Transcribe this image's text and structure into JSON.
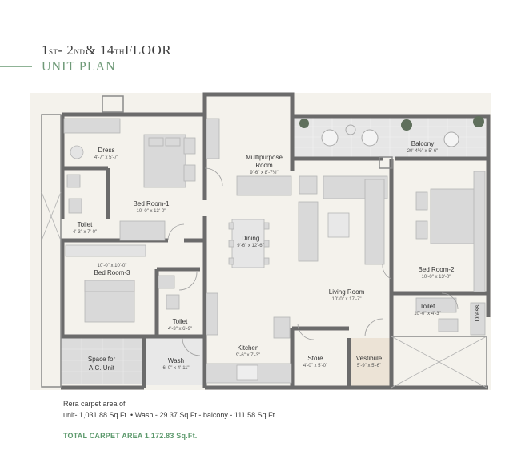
{
  "header": {
    "floor_parts": [
      "1",
      "ST",
      " - 2",
      "ND",
      " & 14",
      "TH",
      " FLOOR"
    ],
    "subtitle": "UNIT PLAN"
  },
  "rooms": {
    "dress": {
      "name": "Dress",
      "dim": "4'-7\" x 5'-7\""
    },
    "bed1": {
      "name": "Bed Room-1",
      "dim": "10'-0\" x 13'-0\""
    },
    "multipurpose": {
      "name": "Multipurpose Room",
      "dim": "9'-6\" x 8'-7½\""
    },
    "balcony": {
      "name": "Balcony",
      "dim": "20'-4½\" x 5'-6\""
    },
    "toilet1": {
      "name": "Toilet",
      "dim": "4'-3\" x 7'-0\""
    },
    "dining": {
      "name": "Dining",
      "dim": "9'-6\" x 12'-6\""
    },
    "bed3": {
      "name": "Bed Room-3",
      "dim": "10'-0\" x 10'-0\""
    },
    "bed2": {
      "name": "Bed Room-2",
      "dim": "10'-0\" x 13'-0\""
    },
    "living": {
      "name": "Living Room",
      "dim": "10'-0\" x 17'-7\""
    },
    "toilet3": {
      "name": "Toilet",
      "dim": "4'-3\" x 6'-9\""
    },
    "toilet2": {
      "name": "Toilet",
      "dim": "10'-0\" x 4'-3\""
    },
    "dress2": {
      "name": "Dress"
    },
    "ac": {
      "name": "Space for A.C. Unit"
    },
    "wash": {
      "name": "Wash",
      "dim": "6'-0\" x 4'-11\""
    },
    "kitchen": {
      "name": "Kitchen",
      "dim": "9'-6\" x 7'-3\""
    },
    "store": {
      "name": "Store",
      "dim": "4'-0\" x 5'-0\""
    },
    "vestibule": {
      "name": "Vestibule",
      "dim": "5'-9\" x 5'-6\""
    }
  },
  "footer": {
    "line1": "Rera carpet area of",
    "line2": "unit- 1,031.88 Sq.Ft. • Wash - 29.37 Sq.Ft - balcony - 111.58 Sq.Ft.",
    "total": "TOTAL CARPET AREA 1,172.83 Sq.Ft."
  },
  "colors": {
    "accent": "#6f9a78",
    "wall": "#707070",
    "floor": "#f4f2ec",
    "furniture": "#dadada"
  }
}
